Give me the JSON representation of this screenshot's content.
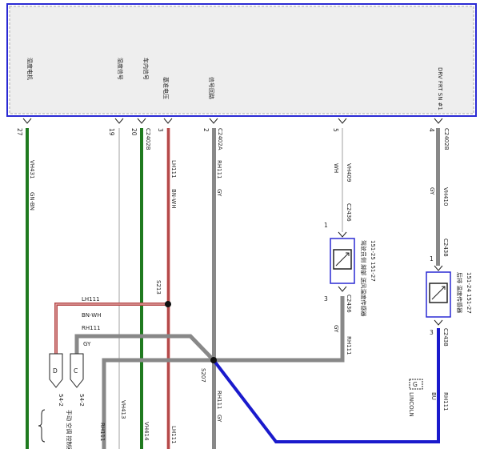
{
  "module": {
    "border_color": "#2a2ad4",
    "fill_color": "#eeeeee",
    "labels": {
      "pin27": "湿度电机",
      "pin19": "湿度信号",
      "pin20": "车内信号",
      "pin3": "基准电压",
      "pin2": "信号回路",
      "pin4": "DRV FRT SN #1"
    }
  },
  "pins": {
    "p27": "27",
    "p19": "19",
    "p20": "20",
    "p3": "3",
    "p2": "2",
    "p5": "5",
    "p4": "4"
  },
  "connectors": {
    "c2402b_a": "C2402B",
    "c2402a": "C2402A",
    "c2402b_b": "C2402B",
    "c2436_top": "C2436",
    "c2436_bot": "C2436",
    "c2438_top": "C2438",
    "c2438_bot": "C2438"
  },
  "wires": {
    "w27": {
      "circuit": "VH431",
      "color_code": "GN-BN",
      "color": "#1f7a1f"
    },
    "w20_bottom": {
      "circuit": "VH414",
      "color": "#1f7a1f"
    },
    "w19_bottom": {
      "circuit": "VH413",
      "color": "#d8d8d8"
    },
    "w3": {
      "circuit": "LH111",
      "color_code": "BN-WH",
      "color": "#b54a4a"
    },
    "w2": {
      "circuit": "RH111",
      "color_code": "GY",
      "color": "#888888"
    },
    "w5": {
      "circuit": "VH409",
      "color_code": "WH",
      "color": "#d8d8d8"
    },
    "w4": {
      "circuit": "VH410",
      "color_code": "GY",
      "color": "#888888"
    },
    "blue": {
      "circuit": "RH111",
      "color_code": "BU",
      "color": "#1a1acc"
    }
  },
  "splices": {
    "s213": "S213",
    "s207": "S207"
  },
  "branches": {
    "lh111": "LH111",
    "bnwh": "BN-WH",
    "rh111": "RH111",
    "gy": "GY"
  },
  "plugs": {
    "d": {
      "letter": "D",
      "ref": "54-2"
    },
    "c": {
      "letter": "C",
      "ref": "54-2"
    },
    "note": "手动 空调 控制器"
  },
  "sensors": {
    "s1": {
      "pin_top": "1",
      "pin_bottom": "3",
      "name": "驾驶员侧 脚部 送风温度传感器",
      "ref": "151-25 151-27"
    },
    "s2": {
      "pin_top": "1",
      "pin_bottom": "3",
      "name": "后排 温度传感器",
      "ref": "151-24 151-27"
    }
  },
  "ground_tag": {
    "letter": "G",
    "text": "LINCOLN"
  },
  "bottom": {
    "rh111_left": "RH111",
    "lh111_right": "LH111",
    "rh111_mid": "RH111",
    "gy_mid": "GY",
    "rh111_right": "RH111",
    "gy_right": "GY"
  }
}
